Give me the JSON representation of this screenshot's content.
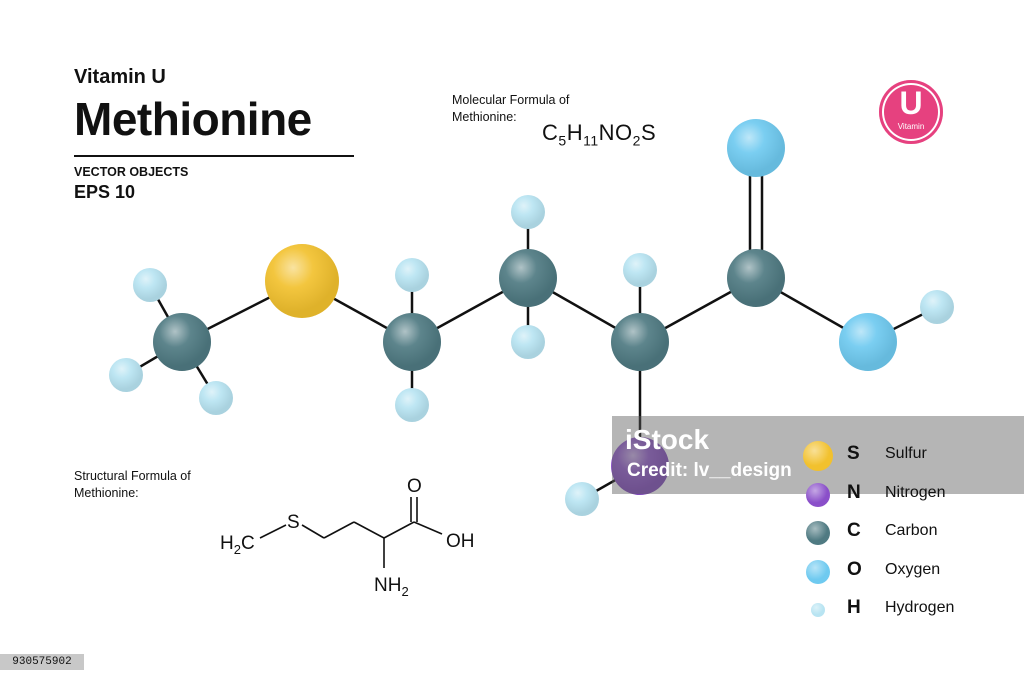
{
  "header": {
    "subtitle": "Vitamin U",
    "title": "Methionine",
    "vector_objects": "VECTOR OBJECTS",
    "eps": "EPS 10"
  },
  "molecular_formula": {
    "caption_line1": "Molecular Formula of",
    "caption_line2": "Methionine:",
    "formula": [
      {
        "el": "C",
        "sub": "5"
      },
      {
        "el": "H",
        "sub": "11"
      },
      {
        "el": "N",
        "sub": ""
      },
      {
        "el": "O",
        "sub": "2"
      },
      {
        "el": "S",
        "sub": ""
      }
    ]
  },
  "structural_formula": {
    "caption_line1": "Structural  Formula of",
    "caption_line2": "Methionine:",
    "labels": {
      "h2c": "H",
      "h2c_sub": "2",
      "h2c_tail": "C",
      "s": "S",
      "o": "O",
      "oh": "OH",
      "nh": "NH",
      "nh_sub": "2"
    }
  },
  "badge": {
    "letter": "U",
    "text": "Vitamin",
    "color": "#e6417f"
  },
  "legend": [
    {
      "symbol": "S",
      "name": "Sulfur",
      "color": "#f2c12e"
    },
    {
      "symbol": "N",
      "name": "Nitrogen",
      "color": "#8a4fc9"
    },
    {
      "symbol": "C",
      "name": "Carbon",
      "color": "#4f7a82"
    },
    {
      "symbol": "O",
      "name": "Oxygen",
      "color": "#6fcaf0"
    },
    {
      "symbol": "H",
      "name": "Hydrogen",
      "color": "#b8e4f2"
    }
  ],
  "watermark": {
    "brand": "iStock",
    "credit": "Credit: lv__design",
    "stock_id": "930575902"
  }
}
